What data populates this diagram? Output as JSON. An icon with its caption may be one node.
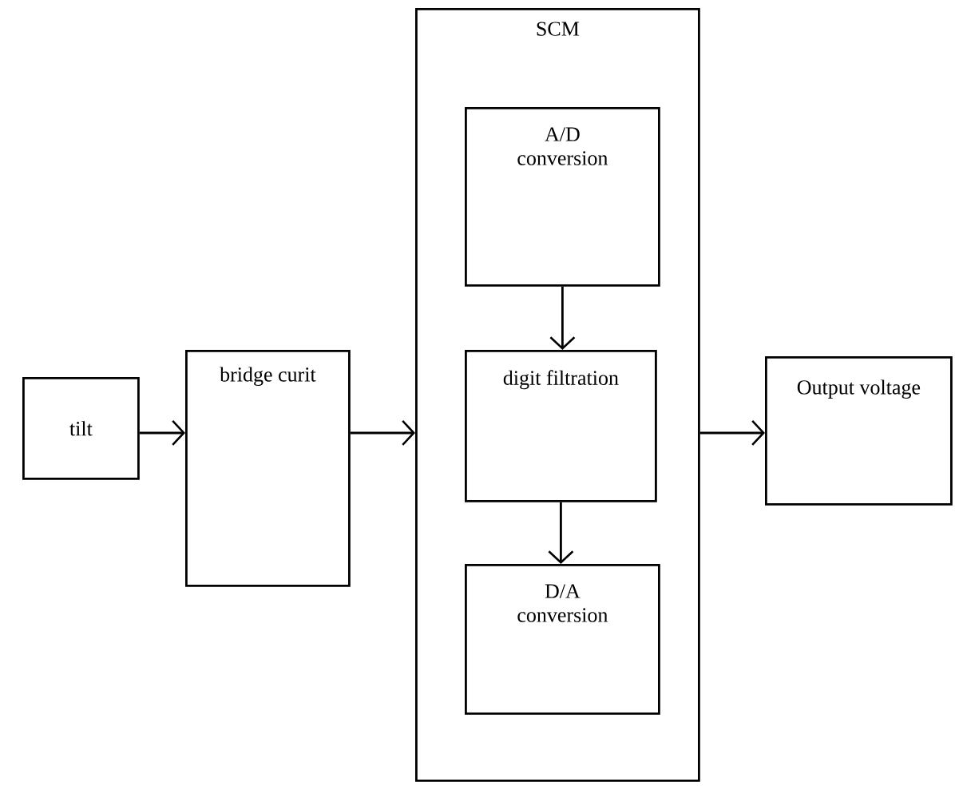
{
  "diagram": {
    "nodes": [
      {
        "text": [
          "tilt"
        ]
      },
      {
        "text": [
          "bridge curit"
        ]
      },
      {
        "text": [
          "SCM"
        ]
      },
      {
        "text": [
          "A/D conversion"
        ],
        "in": 2
      },
      {
        "text": [
          "digit filtration"
        ],
        "in": 2
      },
      {
        "text": [
          "D/A conversion"
        ],
        "in": 2
      },
      {
        "text": [
          "Output voltage"
        ]
      }
    ],
    "edges": [
      {
        "from": 0,
        "to": 1,
        "arrow": "to"
      },
      {
        "from": 1,
        "to": 2,
        "arrow": "to"
      },
      {
        "from": 3,
        "to": 4,
        "arrow": "to"
      },
      {
        "from": 4,
        "to": 5,
        "arrow": "to"
      },
      {
        "from": 2,
        "to": 6,
        "arrow": "to"
      }
    ]
  }
}
